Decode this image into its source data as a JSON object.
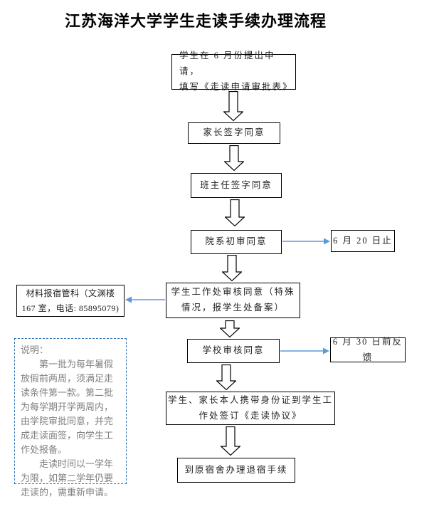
{
  "page": {
    "title": "江苏海洋大学学生走读手续办理流程"
  },
  "flow": {
    "step1": "学生在 6 月份提出申请，\n填写《走读申请审批表》",
    "step2": "家长签字同意",
    "step3": "班主任签字同意",
    "step4": "院系初审同意",
    "step5": "学生工作处审核同意（特殊\n情况，报学生处备案）",
    "step6": "学校审核同意",
    "step7": "学生、家长本人携带身份证到学生工\n作处签订《走读协议》",
    "step8": "到原宿舍办理退宿手续"
  },
  "side": {
    "deadline1": "6 月 20 日止",
    "deadline2": "6 月 30 日前反馈",
    "materials": "材料报宿管科（文渊楼\n167 室，电话: 85895079)"
  },
  "note": {
    "heading": "说明：",
    "para1": "第一批为每年暑假放假前两周，须满足走读条件第一款。第二批为每学期开学两周内，由学院审批同意，并完成走读面签，向学生工作处报备。",
    "para2": "走读时间以一学年为限，如第二学年仍要走读的，需重新申请。"
  },
  "icons": {
    "down_block_arrow": "hollow block arrow pointing down",
    "right_arrow": "thin blue arrow pointing right",
    "left_arrow": "thin blue arrow pointing left"
  },
  "colors": {
    "box_border": "#000000",
    "arrow_blue": "#5B9BD5",
    "note_border": "#2E74B5",
    "note_text": "#808080",
    "background": "#FFFFFF"
  }
}
